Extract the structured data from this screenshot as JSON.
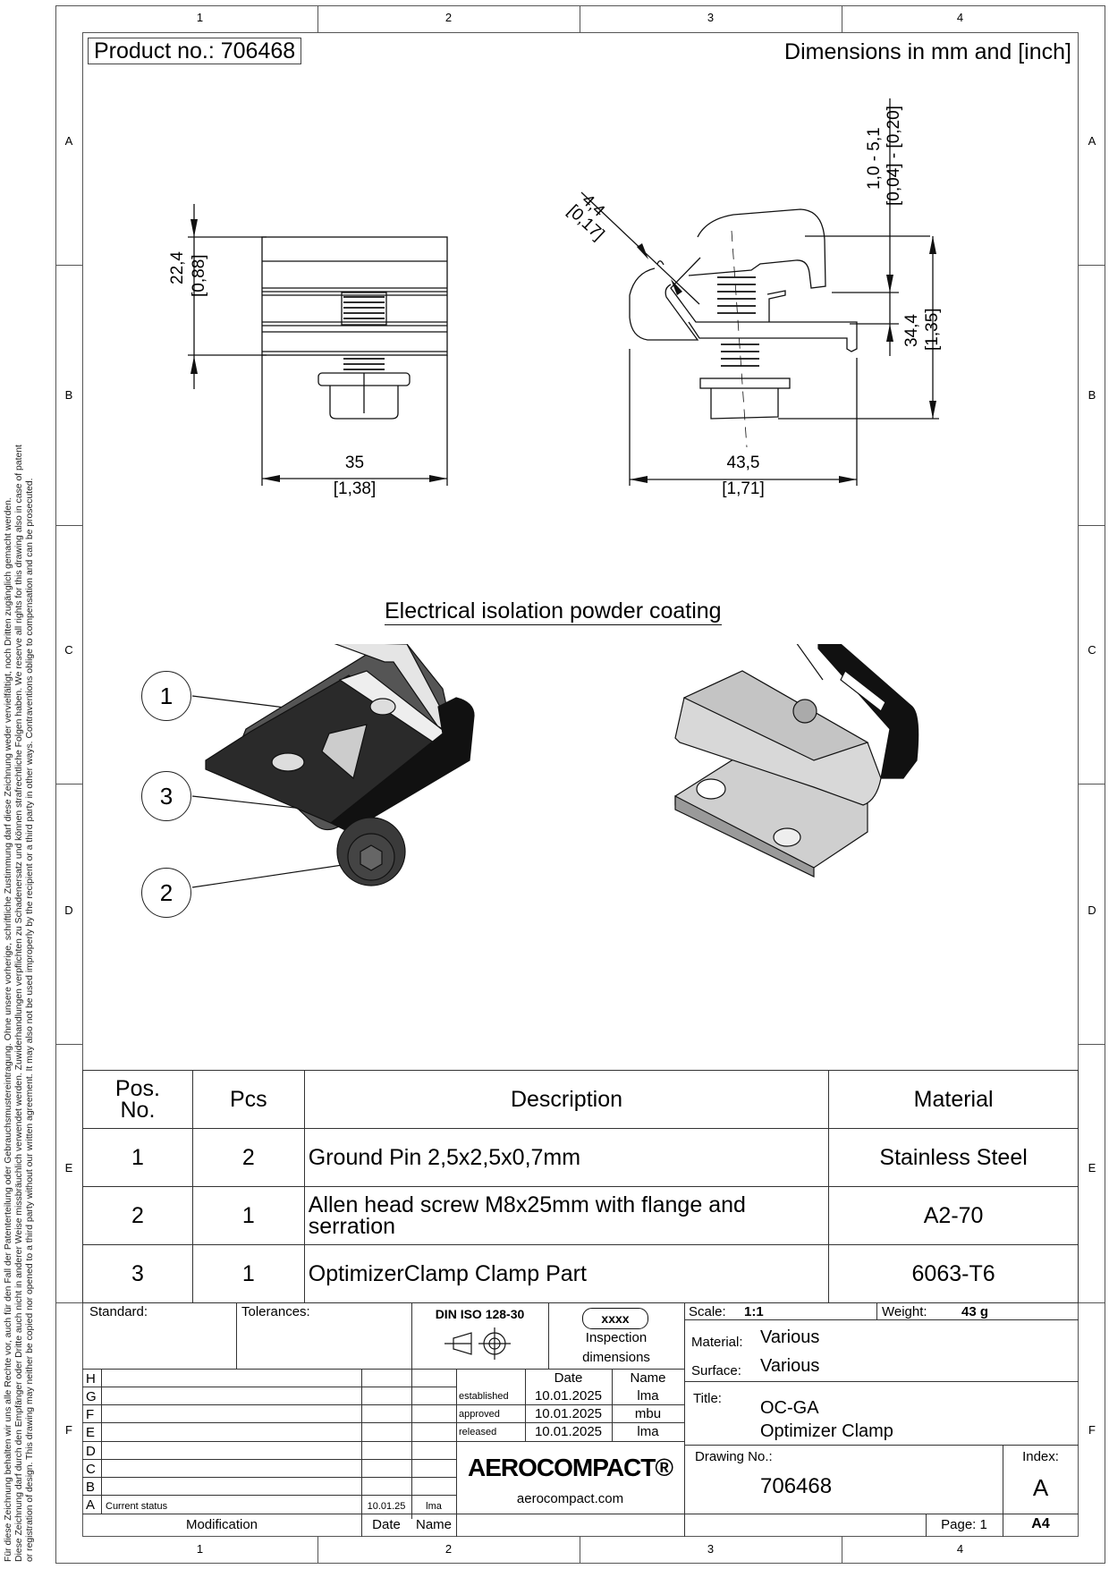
{
  "sheet": {
    "zone_columns_top": [
      "1",
      "2",
      "3",
      "4"
    ],
    "zone_columns_bottom": [
      "1",
      "2",
      "3",
      "4"
    ],
    "zone_rows": [
      "A",
      "B",
      "C",
      "D",
      "E",
      "F"
    ],
    "legal_notice": [
      "Für diese Zeichnung behalten wir uns alle Rechte vor, auch für den Fall der Patenterteilung oder Gebrauchsmustereintragung. Ohne unsere vorherige, schriftliche Zustimmung darf diese Zeichnung weder vervielfältigt, noch Dritten zugänglich gemacht werden.",
      "Diese Zeichnung darf durch den Empfänger oder Dritte auch nicht in anderer Weise missbräuchlich verwendet werden. Zuwiderhandlungen verpflichten zu Schadenersatz und können strafrechtliche Folgen haben. We reserve all rights for this drawing also in case of patent",
      "or registration of design. This drawing may neither be copied nor opened to a third party without our written agreement. It may also not be used improperly by the recipient or a third party in other ways. Contraventions oblige to compensation and can be prosecuted."
    ]
  },
  "header": {
    "product_no": "Product no.: 706468",
    "dimensions_note": "Dimensions in mm and [inch]"
  },
  "front_view": {
    "height_mm": "22,4",
    "height_in": "[0,88]",
    "width_mm": "35",
    "width_in": "[1,38]"
  },
  "side_view": {
    "gap_mm": "4,4",
    "gap_in": "[0,17]",
    "range_mm": "1,0 - 5,1",
    "range_in": "[0,04] - [0,20]",
    "height_mm": "34,4",
    "height_in": "[1,35]",
    "width_mm": "43,5",
    "width_in": "[1,71]"
  },
  "iso_views": {
    "coating_callout": "Electrical isolation powder coating",
    "balloons": [
      "1",
      "3",
      "2"
    ]
  },
  "parts_table": {
    "headers": [
      "Pos.\nNo.",
      "Pcs",
      "Description",
      "Material"
    ],
    "header_pos_line1": "Pos.",
    "header_pos_line2": "No.",
    "rows": [
      {
        "pos": "1",
        "pcs": "2",
        "description": "Ground Pin 2,5x2,5x0,7mm",
        "material": "Stainless Steel"
      },
      {
        "pos": "2",
        "pcs": "1",
        "description": "Allen head screw M8x25mm with flange and serration",
        "material": "A2-70"
      },
      {
        "pos": "3",
        "pcs": "1",
        "description": "OptimizerClamp Clamp Part",
        "material": "6063-T6"
      }
    ]
  },
  "title_block": {
    "standard_label": "Standard:",
    "tolerances_label": "Tolerances:",
    "projection_standard": "DIN ISO 128-30",
    "inspection_badge": "xxxx",
    "inspection_label_1": "Inspection",
    "inspection_label_2": "dimensions",
    "scale_label": "Scale:",
    "scale_value": "1:1",
    "weight_label": "Weight:",
    "weight_value": "43 g",
    "material_label": "Material:",
    "material_value": "Various",
    "surface_label": "Surface:",
    "surface_value": "Various",
    "title_label": "Title:",
    "title_line1": "OC-GA",
    "title_line2": "Optimizer Clamp",
    "drawing_no_label": "Drawing No.:",
    "drawing_no_value": "706468",
    "index_label": "Index:",
    "index_value": "A",
    "page_label": "Page: 1",
    "format": "A4",
    "approval_headers": {
      "date": "Date",
      "name": "Name"
    },
    "approvals": [
      {
        "label": "established",
        "date": "10.01.2025",
        "name": "lma"
      },
      {
        "label": "approved",
        "date": "10.01.2025",
        "name": "mbu"
      },
      {
        "label": "released",
        "date": "10.01.2025",
        "name": "lma"
      }
    ],
    "revisions": [
      {
        "letter": "H",
        "text": "",
        "date": "",
        "name": ""
      },
      {
        "letter": "G",
        "text": "",
        "date": "",
        "name": ""
      },
      {
        "letter": "F",
        "text": "",
        "date": "",
        "name": ""
      },
      {
        "letter": "E",
        "text": "",
        "date": "",
        "name": ""
      },
      {
        "letter": "D",
        "text": "",
        "date": "",
        "name": ""
      },
      {
        "letter": "C",
        "text": "",
        "date": "",
        "name": ""
      },
      {
        "letter": "B",
        "text": "",
        "date": "",
        "name": ""
      },
      {
        "letter": "A",
        "text": "Current status",
        "date": "10.01.25",
        "name": "lma"
      }
    ],
    "modification_label": "Modification",
    "date_label": "Date",
    "name_label": "Name",
    "company_logo": "AEROCOMPACT®",
    "company_url": "aerocompact.com"
  }
}
